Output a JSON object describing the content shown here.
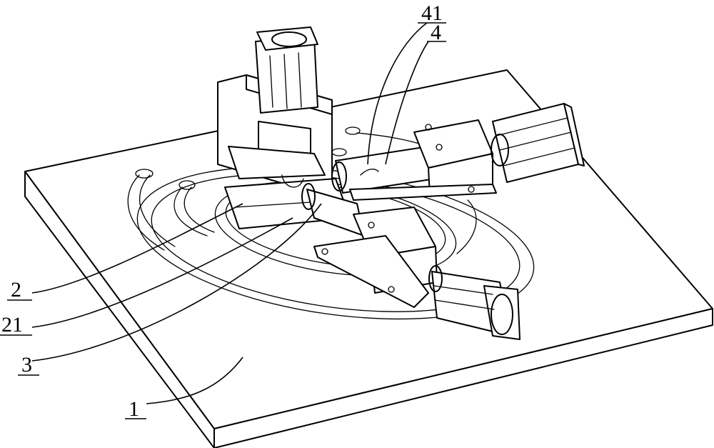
{
  "figure": {
    "labels": {
      "part_1": "1",
      "part_2": "2",
      "part_21": "21",
      "part_3": "3",
      "part_4": "4",
      "part_41": "41"
    }
  }
}
